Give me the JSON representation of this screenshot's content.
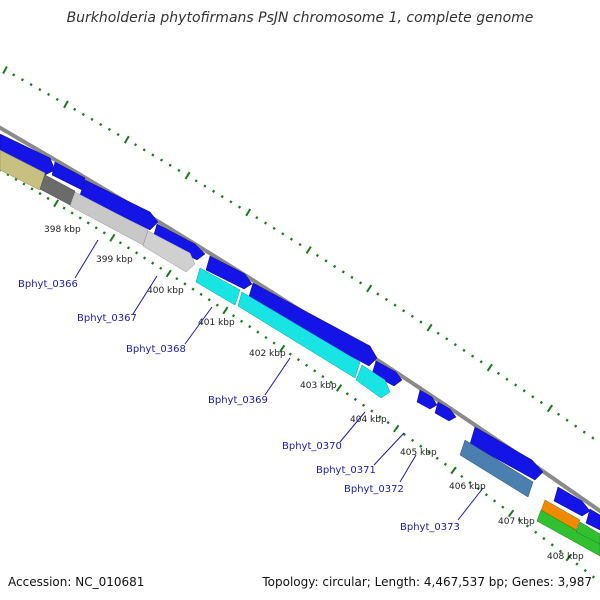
{
  "title": "Burkholderia phytofirmans PsJN chromosome 1, complete genome",
  "footer": {
    "accession": "Accession: NC_010681",
    "summary": "Topology: circular; Length: 4,467,537 bp; Genes: 3,987"
  },
  "kbp_ticks": [
    "398 kbp",
    "399 kbp",
    "400 kbp",
    "401 kbp",
    "402 kbp",
    "403 kbp",
    "404 kbp",
    "405 kbp",
    "406 kbp",
    "407 kbp",
    "408 kbp"
  ],
  "gene_labels": [
    "Bphyt_0366",
    "Bphyt_0367",
    "Bphyt_0368",
    "Bphyt_0369",
    "Bphyt_0370",
    "Bphyt_0371",
    "Bphyt_0372",
    "Bphyt_0373"
  ],
  "colors": {
    "backbone": "#8a8a8a",
    "gc_ticks": "#1a7a1a",
    "forward_cds": "#1010e0",
    "label": "#1a1ab0",
    "cyan": "#00e0e0",
    "steelblue": "#4a7fb0",
    "grey": "#c8c8c8",
    "dark_grey": "#666666",
    "khaki": "#c8c080",
    "green": "#30c030",
    "orange": "#f08a00"
  }
}
